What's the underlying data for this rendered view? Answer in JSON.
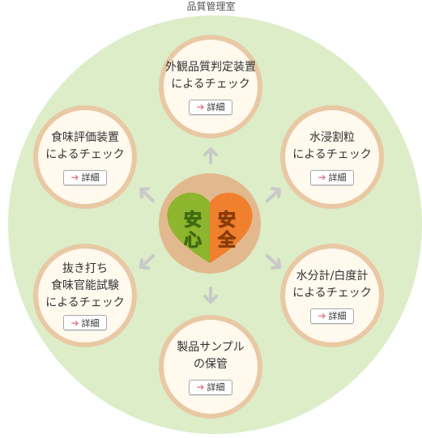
{
  "title": "品質管理室",
  "center": {
    "left_char1": "安",
    "left_char2": "心",
    "right_char1": "安",
    "right_char2": "全"
  },
  "nodes": [
    {
      "text": "外観品質判定装置\nによるチェック",
      "button": "詳細"
    },
    {
      "text": "水浸割粒\nによるチェック",
      "button": "詳細"
    },
    {
      "text": "水分計/白度計\nによるチェック",
      "button": "詳細"
    },
    {
      "text": "製品サンプル\nの保管",
      "button": "詳細"
    },
    {
      "text": "抜き打ち\n食味官能試験\nによるチェック",
      "button": "詳細"
    },
    {
      "text": "食味評価装置\nによるチェック",
      "button": "詳細"
    }
  ],
  "colors": {
    "bg_circle": "#dcedc8",
    "node_ring": "#e9c8a4",
    "heart_green": "#8db52d",
    "heart_orange": "#f0802e",
    "arrow": "#c9c9c9"
  }
}
